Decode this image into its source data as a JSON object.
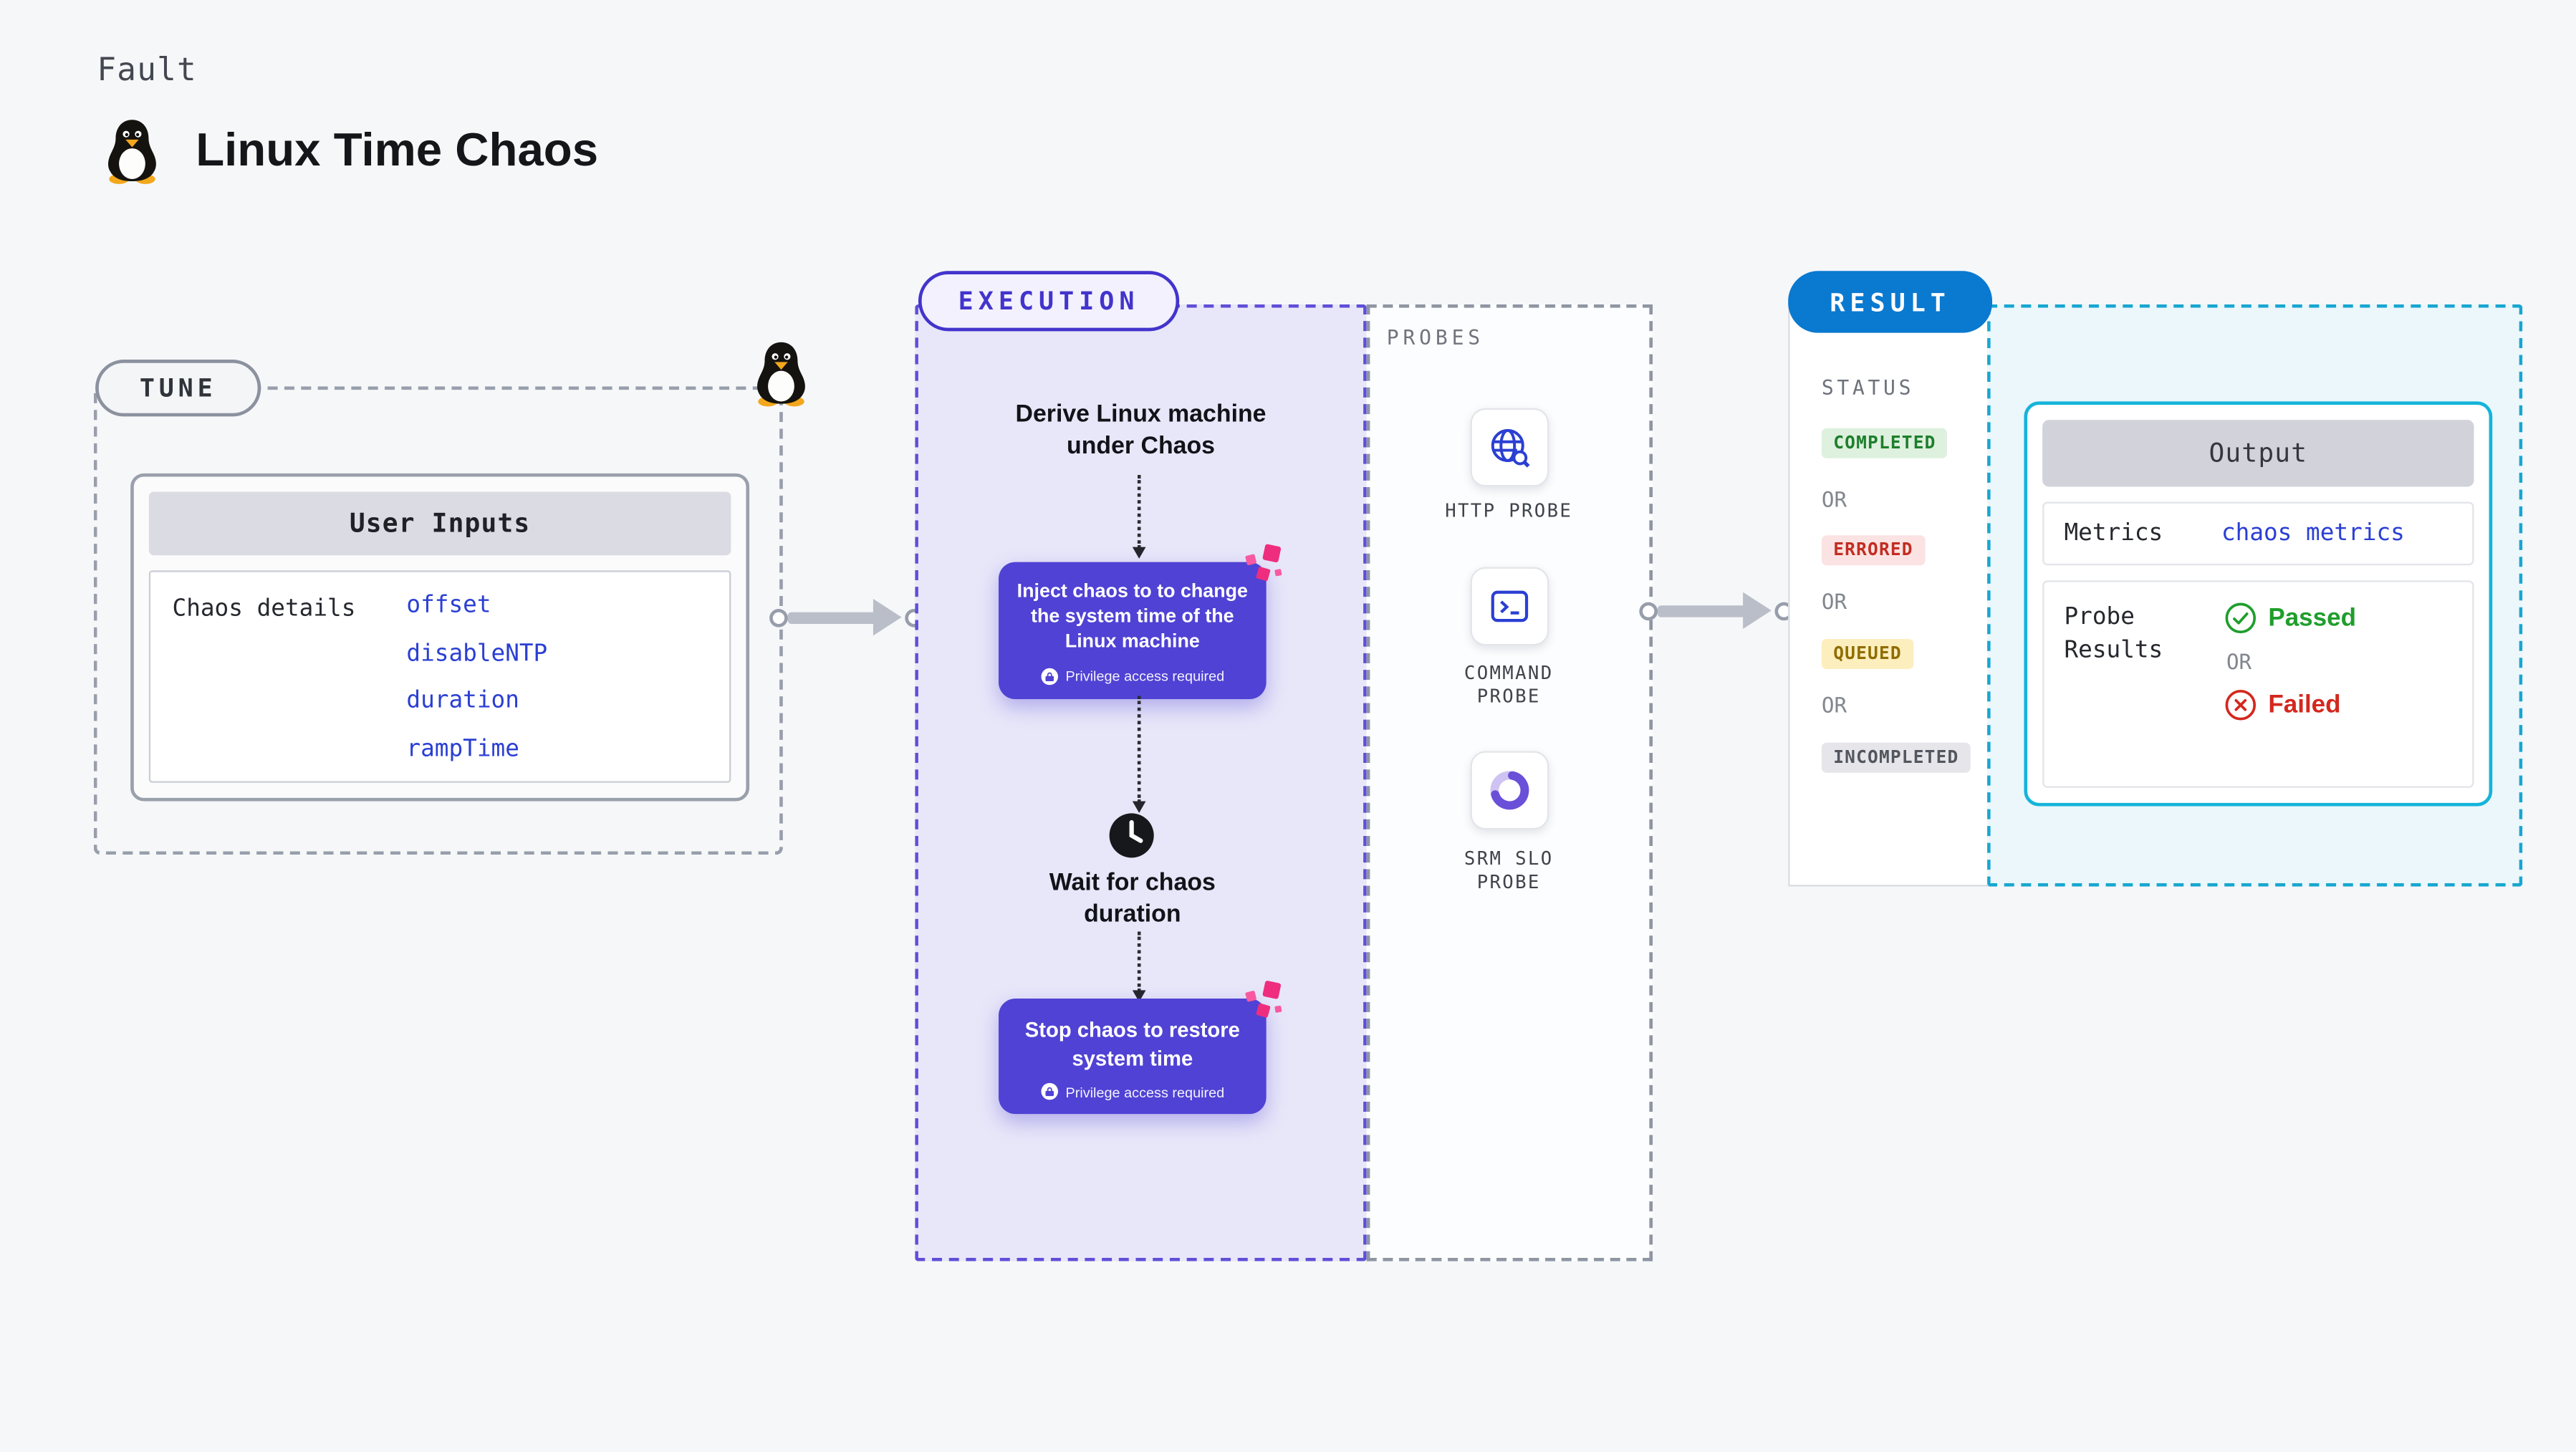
{
  "header": {
    "kicker": "Fault",
    "title": "Linux Time Chaos",
    "icon": "tux-penguin-icon"
  },
  "tune": {
    "label": "TUNE",
    "card_title": "User Inputs",
    "row_label": "Chaos details",
    "values": [
      "offset",
      "disableNTP",
      "duration",
      "rampTime"
    ]
  },
  "execution": {
    "label": "EXECUTION",
    "derive_text": "Derive Linux machine under Chaos",
    "inject_text": "Inject chaos to to change the system time of the Linux machine",
    "privilege_text": "Privilege access required",
    "wait_text": "Wait for chaos duration",
    "stop_text": "Stop chaos to restore system time"
  },
  "probes": {
    "label": "PROBES",
    "items": [
      {
        "name": "HTTP PROBE",
        "icon": "globe-search-icon"
      },
      {
        "name": "COMMAND PROBE",
        "icon": "terminal-icon"
      },
      {
        "name": "SRM SLO PROBE",
        "icon": "donut-chart-icon"
      }
    ]
  },
  "result": {
    "label": "RESULT",
    "status_label": "STATUS",
    "or_label": "OR",
    "statuses": [
      {
        "text": "COMPLETED",
        "color": "#1d7f2c",
        "bg": "#def0de"
      },
      {
        "text": "ERRORED",
        "color": "#c22d22",
        "bg": "#fbe3e3"
      },
      {
        "text": "QUEUED",
        "color": "#8f6d00",
        "bg": "#fdeebe"
      },
      {
        "text": "INCOMPLETED",
        "color": "#53565e",
        "bg": "#e5e5ea"
      }
    ],
    "output": {
      "title": "Output",
      "metrics_label": "Metrics",
      "metrics_value": "chaos metrics",
      "probe_results_label": "Probe Results",
      "passed_label": "Passed",
      "failed_label": "Failed"
    }
  },
  "colors": {
    "accent_purple": "#5042d4",
    "result_blue": "#0a79d0",
    "link_blue": "#2b3fd3",
    "output_border_cyan": "#14b4da",
    "passed_green": "#1f9e2c",
    "failed_red": "#d3281e"
  }
}
